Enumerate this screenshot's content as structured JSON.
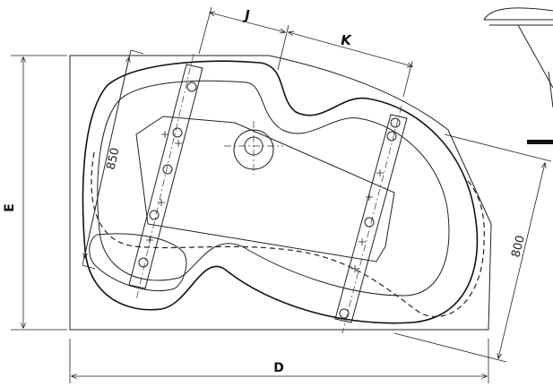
{
  "labels": {
    "d": "D",
    "e": "E",
    "j": "J",
    "k": "K"
  },
  "values": {
    "dim_850": "850",
    "dim_800": "800"
  }
}
